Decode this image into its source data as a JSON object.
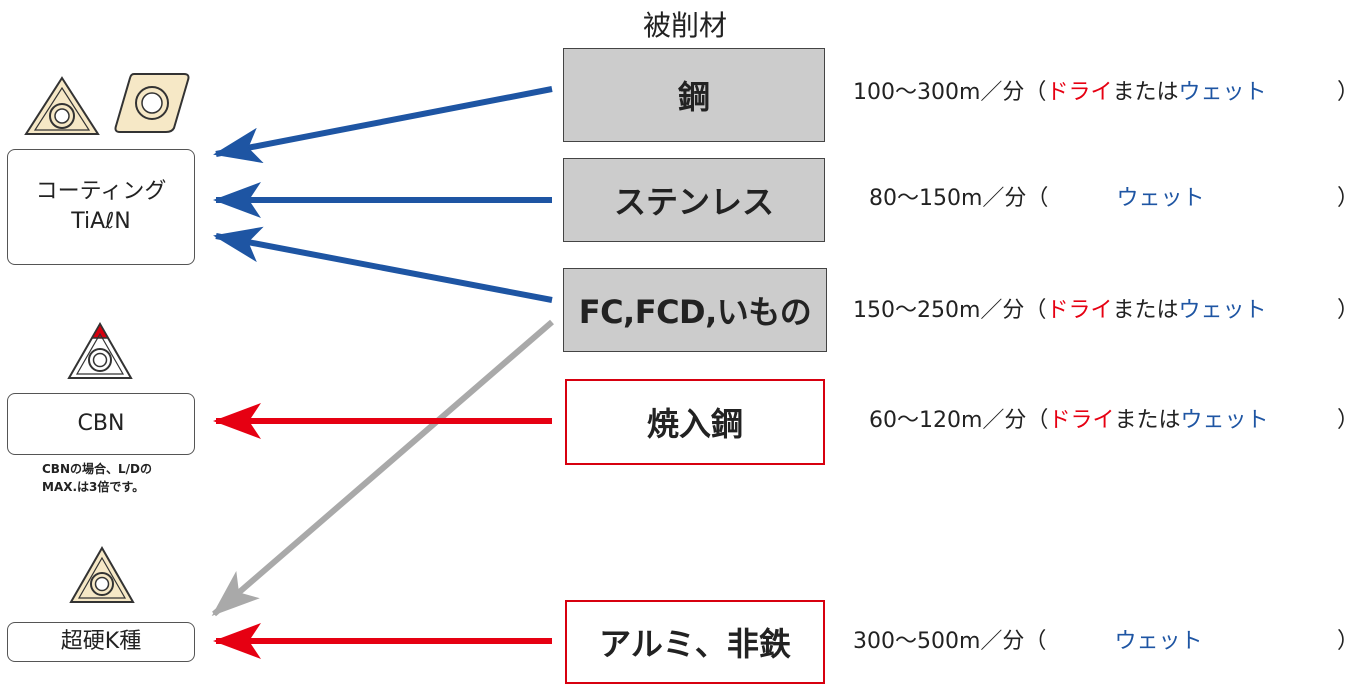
{
  "header": {
    "workpiece_title": "被削材"
  },
  "tools": [
    {
      "id": "coating",
      "label_lines": [
        "コーティング",
        "TiAℓN"
      ]
    },
    {
      "id": "cbn",
      "label_lines": [
        "CBN"
      ],
      "note_lines": [
        "CBNの場合、L/Dの",
        "MAX.は3倍です。"
      ]
    },
    {
      "id": "carbide",
      "label_lines": [
        "超硬K種"
      ]
    }
  ],
  "materials": [
    {
      "id": "steel",
      "label": "鋼",
      "style": "gray",
      "speed": {
        "range": "100〜300m／分",
        "open": "（",
        "dry": "ドライ",
        "connector": "または",
        "wet": "ウェット",
        "close": "）"
      }
    },
    {
      "id": "stainless",
      "label": "ステンレス",
      "style": "gray",
      "speed": {
        "range": "80〜150m／分",
        "open": "（",
        "dry": "",
        "connector": "",
        "wet": "ウェット",
        "close": "）"
      }
    },
    {
      "id": "cast-iron",
      "label": "FC,FCD,いもの",
      "style": "gray",
      "speed": {
        "range": "150〜250m／分",
        "open": "（",
        "dry": "ドライ",
        "connector": "または",
        "wet": "ウェット",
        "close": "）"
      }
    },
    {
      "id": "hardened-steel",
      "label": "焼入鋼",
      "style": "red",
      "speed": {
        "range": "60〜120m／分",
        "open": "（",
        "dry": "ドライ",
        "connector": "または",
        "wet": "ウェット",
        "close": "）"
      }
    },
    {
      "id": "aluminum",
      "label": "アルミ、非鉄",
      "style": "red",
      "speed": {
        "range": "300〜500m／分",
        "open": "（",
        "dry": "",
        "connector": "",
        "wet": "ウェット",
        "close": "）"
      }
    }
  ],
  "connections": [
    {
      "from": "steel",
      "to": "coating",
      "color": "blue"
    },
    {
      "from": "stainless",
      "to": "coating",
      "color": "blue"
    },
    {
      "from": "cast-iron",
      "to": "coating",
      "color": "blue"
    },
    {
      "from": "cast-iron",
      "to": "carbide",
      "color": "gray"
    },
    {
      "from": "hardened-steel",
      "to": "cbn",
      "color": "red"
    },
    {
      "from": "aluminum",
      "to": "carbide",
      "color": "red"
    }
  ],
  "colors": {
    "blue_arrow": "#1e55a3",
    "red_arrow": "#e60012",
    "gray_arrow": "#a9a9a9",
    "dry_text": "#e60012",
    "wet_text": "#1e55a3",
    "material_gray_fill": "#cccccc",
    "insert_fill": "#f6e8c6",
    "cbn_tip": "#d7000f"
  },
  "icons": [
    "triangle-insert-icon",
    "rhombic-insert-icon",
    "cbn-insert-icon",
    "triangle-insert-icon"
  ]
}
